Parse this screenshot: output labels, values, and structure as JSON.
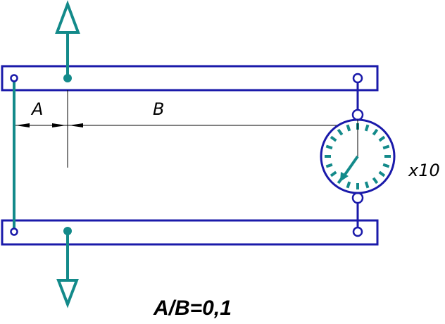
{
  "labels": {
    "dim_a": "A",
    "dim_b": "B",
    "multiplier": "x10",
    "formula": "A/B=0,1"
  },
  "colors": {
    "frame": "#1a1aaa",
    "lever": "#138a8a",
    "dimension": "#000000"
  },
  "icons": {
    "force_up": "arrow-up-icon",
    "force_down": "arrow-down-icon",
    "gauge": "dial-gauge-icon"
  }
}
